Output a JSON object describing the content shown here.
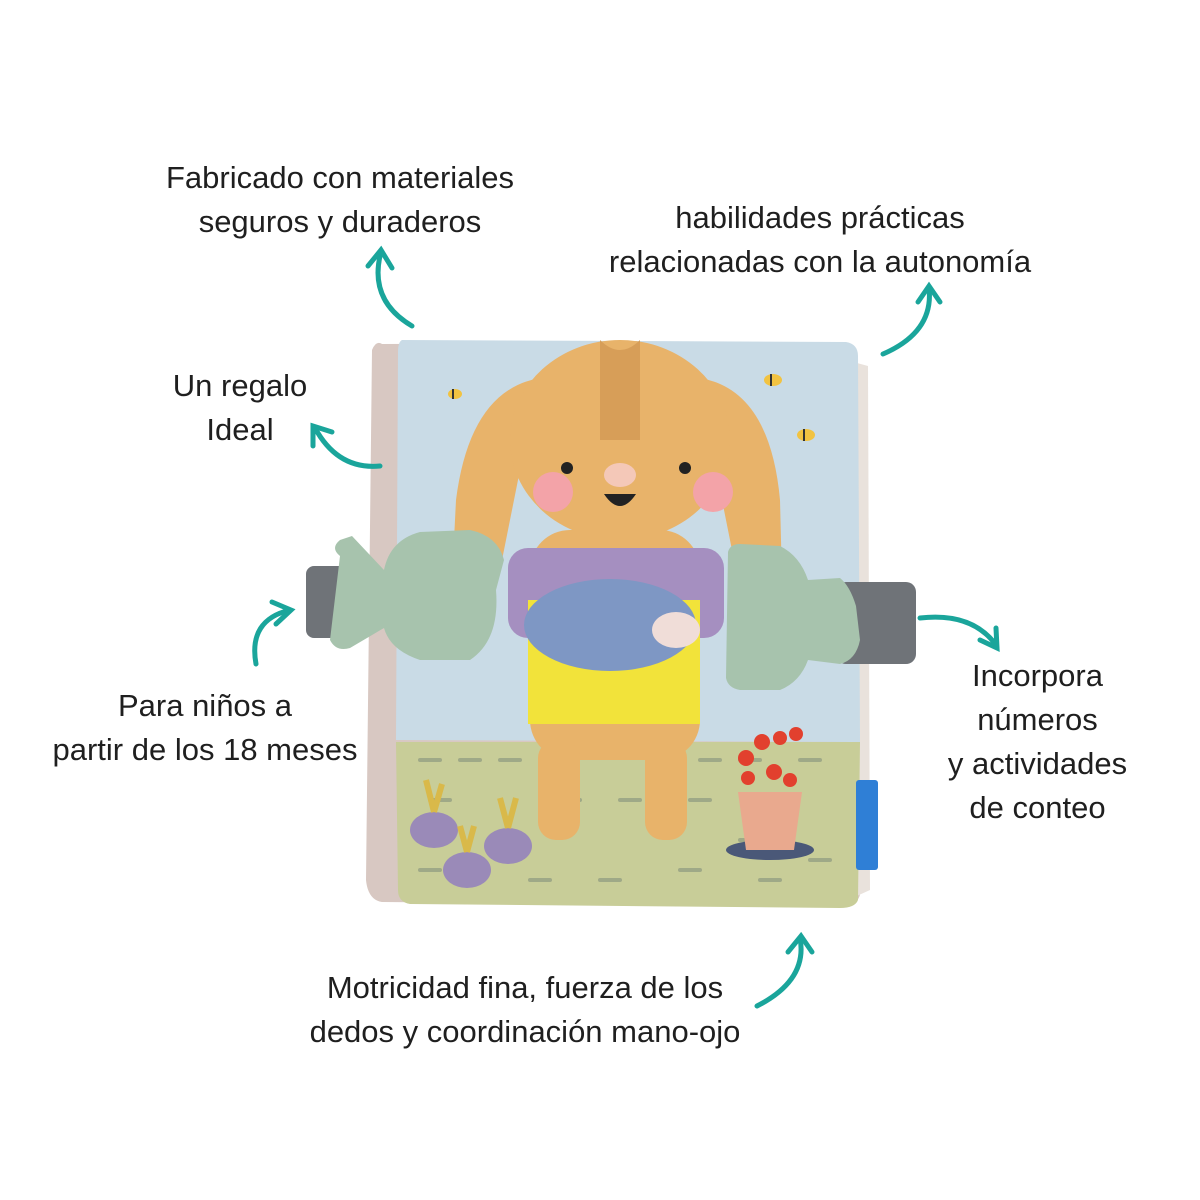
{
  "callouts": {
    "materials": {
      "lines": [
        "Fabricado con materiales",
        "seguros y duraderos"
      ]
    },
    "autonomy": {
      "lines": [
        "habilidades prácticas",
        "relacionadas con la autonomía"
      ]
    },
    "gift": {
      "lines": [
        "Un regalo",
        "Ideal"
      ]
    },
    "age": {
      "lines": [
        "Para niños a",
        "partir de los 18 meses"
      ]
    },
    "numbers": {
      "lines": [
        "Incorpora",
        "números",
        "y actividades",
        "de conteo"
      ]
    },
    "motor": {
      "lines": [
        "Motricidad fina, fuerza de los",
        "dedos y coordinación mano-ojo"
      ]
    }
  },
  "colors": {
    "arrow": "#1aa59b",
    "book_sky": "#c9dbe6",
    "book_ground": "#c8cd98",
    "bunny": "#e8b36a",
    "buckle": "#a7c3ad",
    "strap": "#6f7378",
    "apron": "#f2e33a",
    "shirt": "#a58fc0",
    "hedgehog": "#7e97c4",
    "spine": "#d8c8c2",
    "tag": "#2f7fd6"
  },
  "icons": {
    "arrows": "curved-arrow-icon",
    "bees": "bee-icon"
  }
}
